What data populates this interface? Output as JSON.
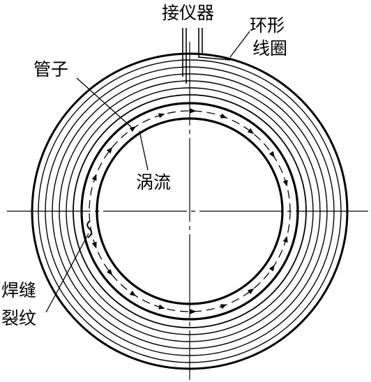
{
  "labels": {
    "instrument": "接仪器",
    "coil": [
      "环形",
      "线圈"
    ],
    "tube": "管子",
    "eddy": "涡流",
    "crack": [
      "焊缝",
      "裂纹"
    ]
  },
  "colors": {
    "ink": "#000000",
    "background": "#ffffff"
  }
}
